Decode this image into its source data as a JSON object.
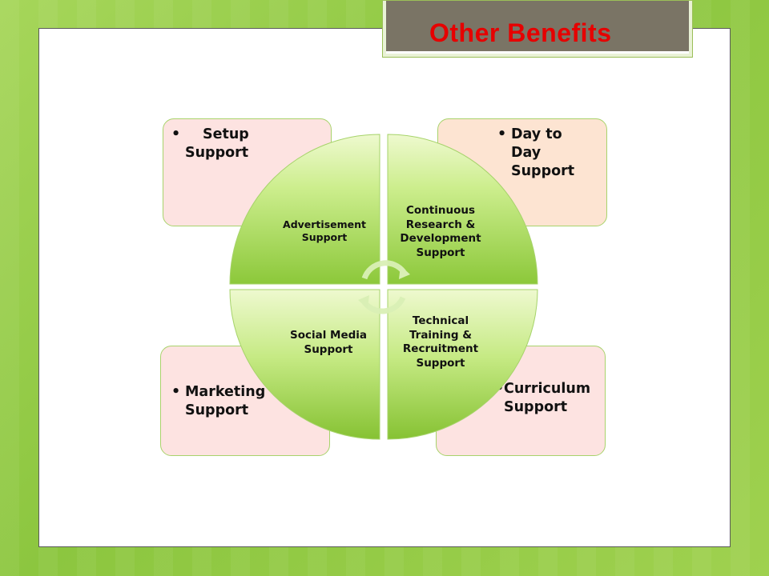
{
  "title": "Other  Benefits",
  "cards": {
    "setup": [
      "Setup",
      "Support"
    ],
    "day_to_day": [
      "Day to",
      "Day",
      "Support"
    ],
    "marketing": [
      "Marketing",
      "Support"
    ],
    "curriculum": [
      "Curriculum",
      "Support"
    ]
  },
  "quadrants": {
    "advertisement": [
      "Advertisement",
      "Support"
    ],
    "continuous": [
      "Continuous",
      "Research &",
      "Development",
      "Support"
    ],
    "social_media": [
      "Social Media",
      "Support"
    ],
    "technical": [
      "Technical",
      "Training &",
      "Recruitment",
      "Support"
    ]
  },
  "colors": {
    "title": "#e60000",
    "quadrant_light": "#eef9cf",
    "quadrant_dark": "#8cc83a",
    "card_pink": "#fde3e1",
    "card_peach": "#fde4d2"
  },
  "icons": [
    "circular-arrows-icon"
  ]
}
